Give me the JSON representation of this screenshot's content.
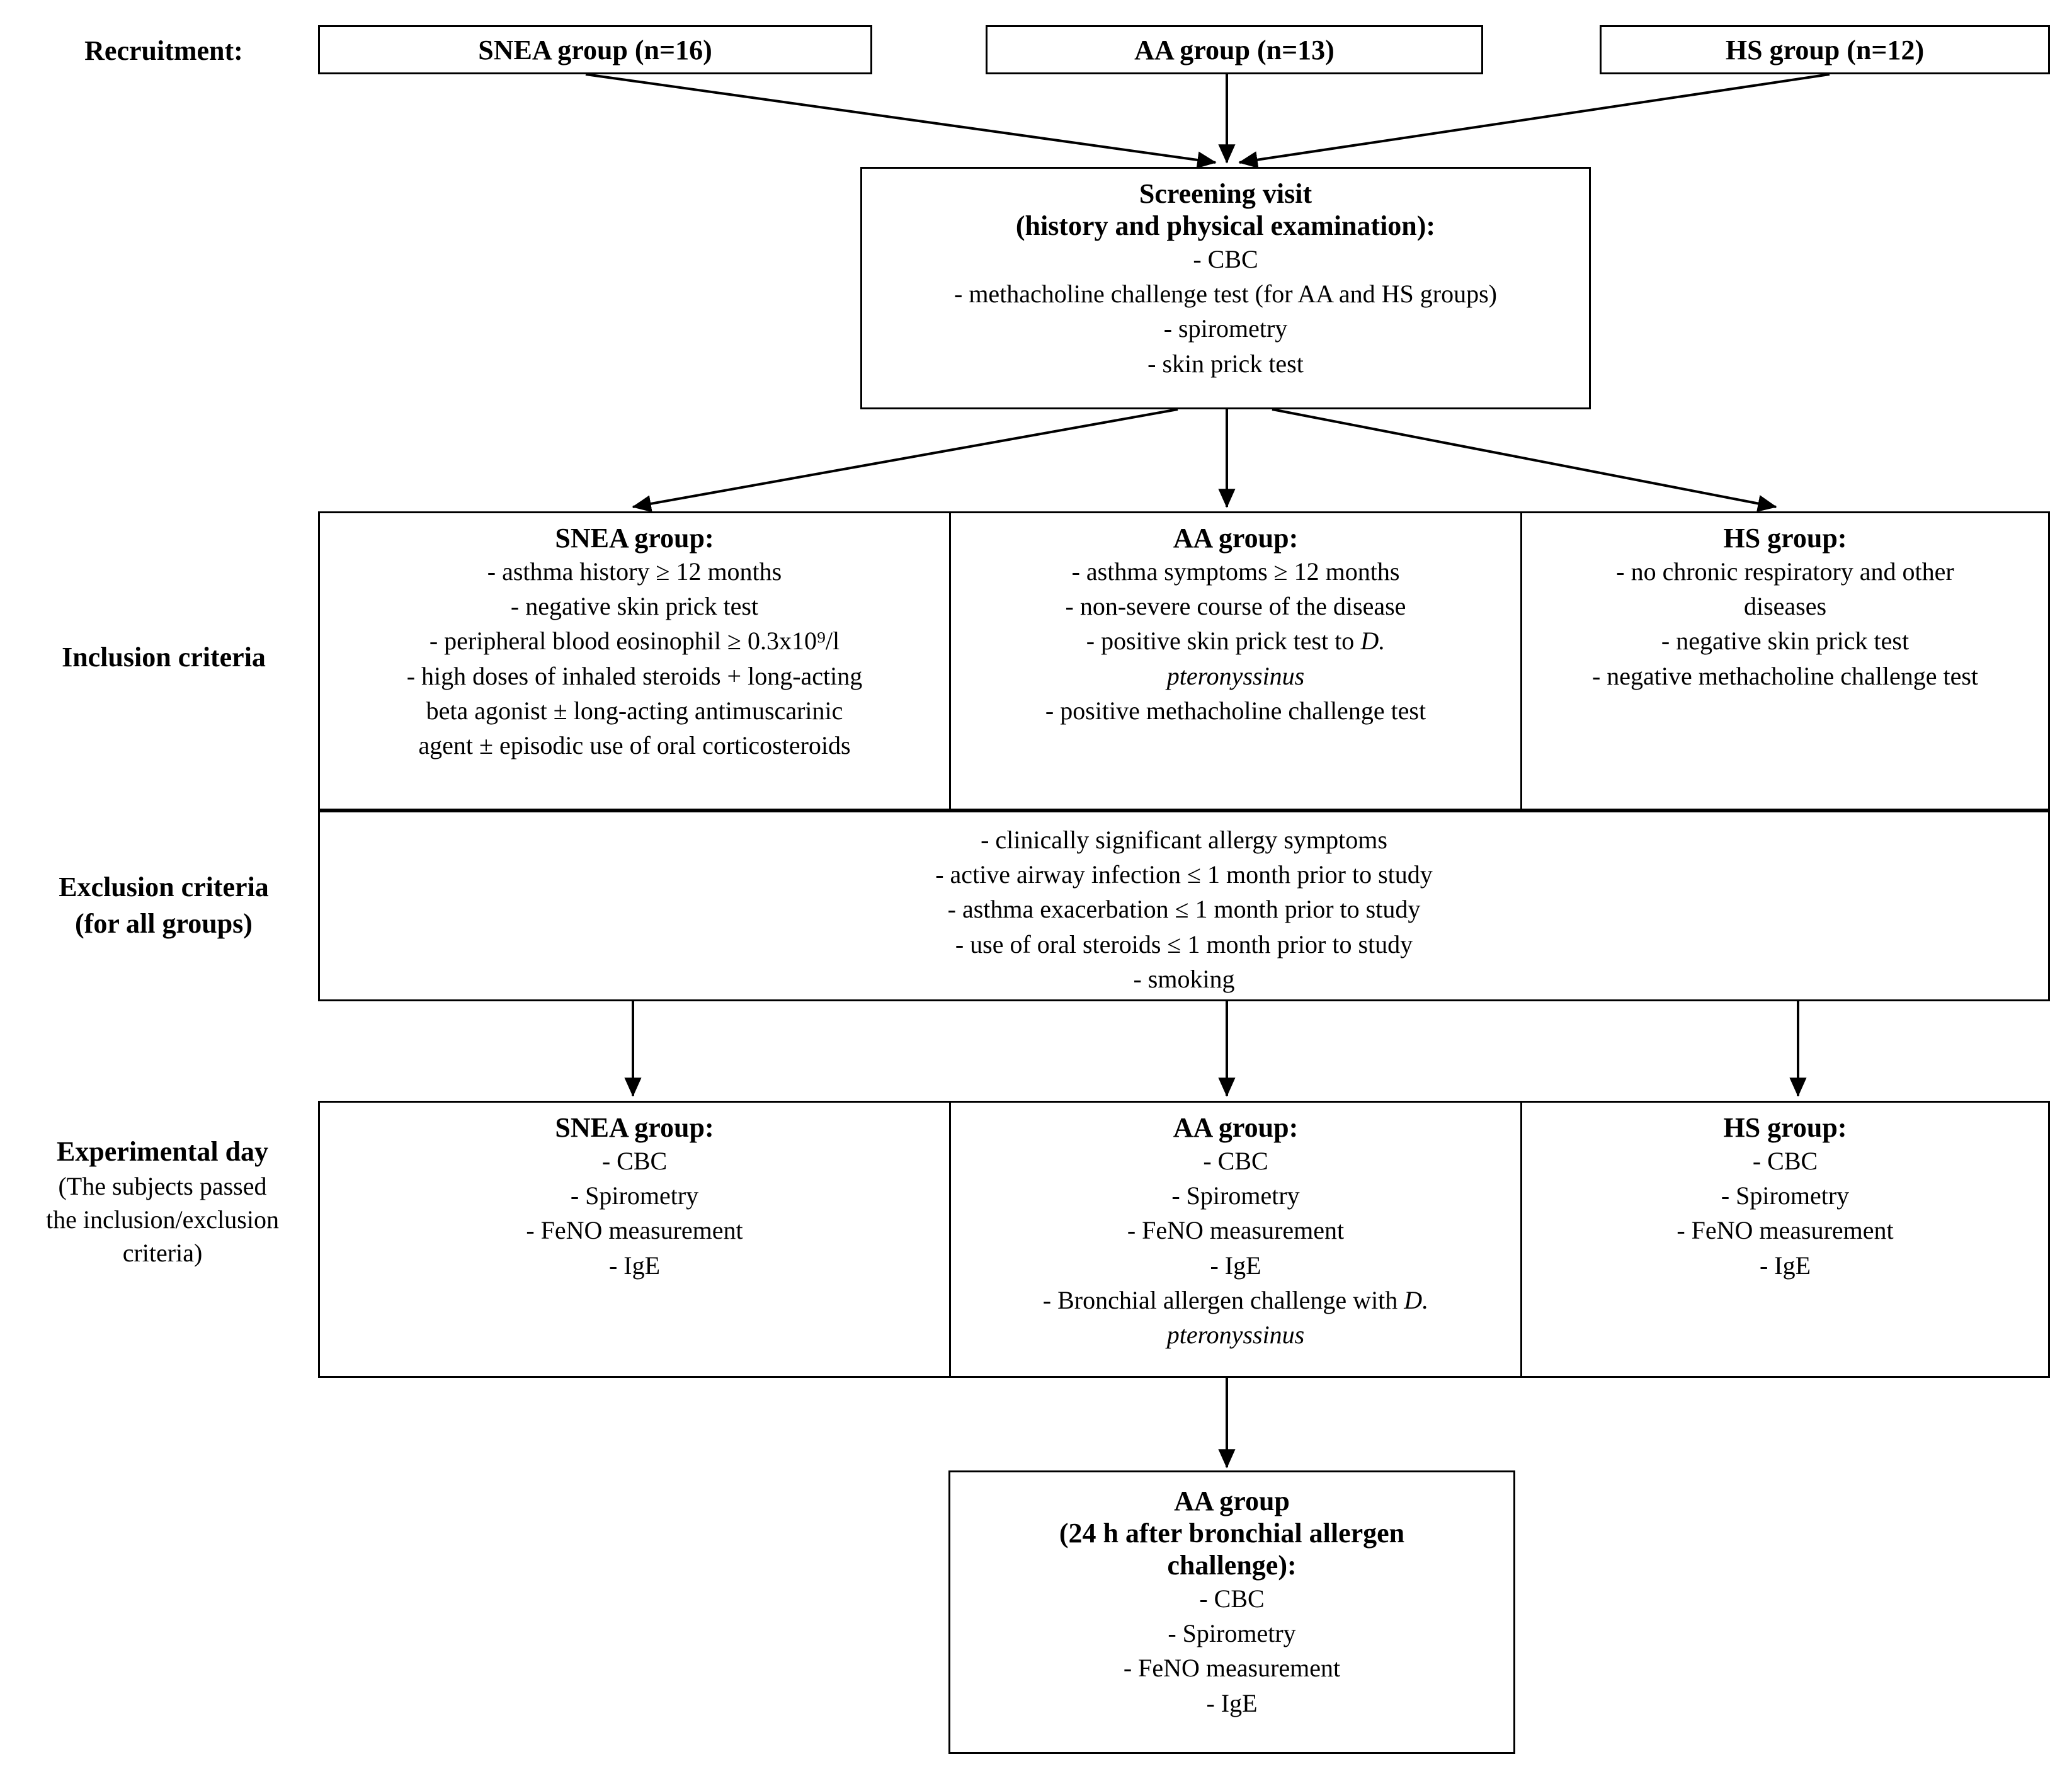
{
  "row_labels": {
    "recruitment": "Recruitment:",
    "inclusion": "Inclusion criteria",
    "exclusion_line1": "Exclusion criteria",
    "exclusion_line2": "(for all groups)",
    "experimental_line1": "Experimental day",
    "experimental_line2": "(The subjects passed",
    "experimental_line3": "the inclusion/exclusion",
    "experimental_line4": "criteria)"
  },
  "recruitment": {
    "snea": "SNEA group (n=16)",
    "aa": "AA group (n=13)",
    "hs": "HS group (n=12)"
  },
  "screening": {
    "title_line1": "Screening visit",
    "title_line2": "(history and physical examination):",
    "items": [
      "-  CBC",
      "-  methacholine  challenge  test (for  AA and HS groups)",
      "-  spirometry",
      "-  skin  prick  test"
    ]
  },
  "inclusion": {
    "snea": {
      "title": "SNEA group:",
      "items": [
        "- asthma  history  ≥ 12 months",
        "- negative  skin  prick  test",
        "- peripheral  blood  eosinophil  ≥ 0.3x10⁹/l",
        "- high  doses of inhaled  steroids + long-acting",
        "beta agonist ± long-acting  antimuscarinic",
        "agent ± episodic  use of oral corticosteroids"
      ]
    },
    "aa": {
      "title": "AA group:",
      "items": [
        "- asthma  symptoms  ≥ 12 months",
        "- non-severe  course  of the disease",
        "- positive  skin prick  test to D.",
        "pteronyssinus",
        "- positive  methacholine  challenge  test"
      ],
      "italic_indices": [
        3
      ],
      "partial_italic": {
        "index": 2,
        "tail": "D."
      }
    },
    "hs": {
      "title": "HS group:",
      "items": [
        "- no chronic  respiratory  and other",
        "diseases",
        "- negative  skin prick  test",
        "- negative  methacholine  challenge  test"
      ]
    }
  },
  "exclusion": {
    "items": [
      "- clinically  significant  allergy  symptoms",
      "- active  airway  infection  ≤ 1 month  prior  to study",
      "- asthma  exacerbation  ≤ 1 month  prior to study",
      "- use of oral steroids ≤ 1 month  prior  to study",
      "- smoking"
    ]
  },
  "experimental": {
    "snea": {
      "title": "SNEA group:",
      "items": [
        "- CBC",
        "- Spirometry",
        "- FeNO measurement",
        "- IgE"
      ]
    },
    "aa": {
      "title": "AA group:",
      "items": [
        "- CBC",
        "- Spirometry",
        "- FeNO measurement",
        "- IgE",
        "- Bronchial  allergen  challenge  with D.",
        "pteronyssinus"
      ],
      "italic_indices": [
        5
      ],
      "partial_italic": {
        "index": 4,
        "tail": "D."
      }
    },
    "hs": {
      "title": "HS group:",
      "items": [
        "- CBC",
        "- Spirometry",
        "- FeNO measurement",
        "- IgE"
      ]
    }
  },
  "followup": {
    "title_line1": "AA group",
    "title_line2": "(24 h after bronchial  allergen",
    "title_line3": "challenge):",
    "items": [
      "- CBC",
      "- Spirometry",
      "- FeNO measurement",
      "- IgE"
    ]
  },
  "colors": {
    "stroke": "#000000",
    "text": "#000000",
    "background": "#ffffff"
  }
}
